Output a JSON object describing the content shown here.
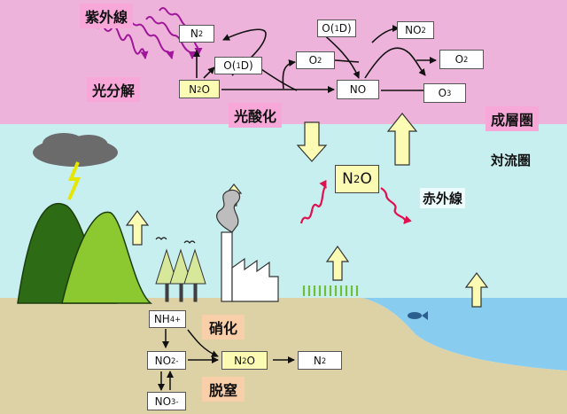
{
  "layers": {
    "stratosphere_label": "成層圏",
    "troposphere_label": "対流圏",
    "colors": {
      "stratosphere": "#eeb3da",
      "troposphere": "#c8eff0",
      "land": "#ddd2a6",
      "ocean": "#88cdef"
    }
  },
  "labels": {
    "uv": "紫外線",
    "photolysis": "光分解",
    "photooxidation": "光酸化",
    "infrared": "赤外線",
    "nitrification": "硝化",
    "denitrification": "脱窒"
  },
  "strat_species": {
    "n2": {
      "main": "N",
      "sub": "2"
    },
    "o1d_a": {
      "pre": "O(",
      "sup": "1",
      "post": "D)"
    },
    "n2o": {
      "main": "N",
      "sub": "2",
      "post": "O"
    },
    "o2_a": {
      "main": "O",
      "sub": "2"
    },
    "o1d_b": {
      "pre": "O(",
      "sup": "1",
      "post": "D)"
    },
    "no2": {
      "main": "NO",
      "sub": "2"
    },
    "o2_b": {
      "main": "O",
      "sub": "2"
    },
    "no": {
      "main": "NO"
    },
    "o3": {
      "main": "O",
      "sub": "3"
    }
  },
  "tropo_n2o": {
    "main": "N",
    "sub": "2",
    "post": "O"
  },
  "soil_species": {
    "nh4": {
      "main": "NH",
      "sub": "4",
      "sup": "+"
    },
    "no2": {
      "main": "NO",
      "sub": "2",
      "sup": "-"
    },
    "no3": {
      "main": "NO",
      "sub": "3",
      "sup": "-"
    },
    "n2o": {
      "main": "N",
      "sub": "2",
      "post": "O"
    },
    "n2": {
      "main": "N",
      "sub": "2"
    }
  },
  "icons": [
    "storm-cloud-icon",
    "lightning-icon",
    "mountain-icon",
    "tree-icon",
    "bird-icon",
    "factory-icon",
    "grass-icon",
    "fish-icon"
  ]
}
